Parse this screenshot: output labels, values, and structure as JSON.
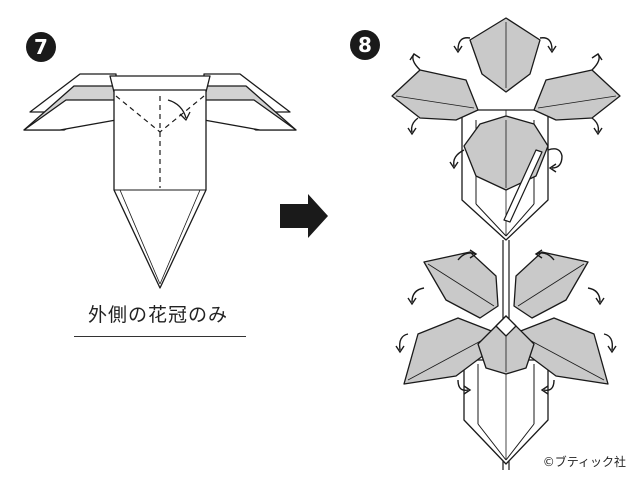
{
  "steps": [
    {
      "number": "7",
      "caption": "外側の花冠のみ"
    },
    {
      "number": "8"
    }
  ],
  "credit": "©ブティック社",
  "colors": {
    "ink": "#1a1a1a",
    "paper_gray": "#c9c9c9",
    "paper_white": "#ffffff"
  },
  "icons": [
    "arrow-right-icon",
    "rotate-arrow-icon",
    "fold-arrow-icon"
  ]
}
